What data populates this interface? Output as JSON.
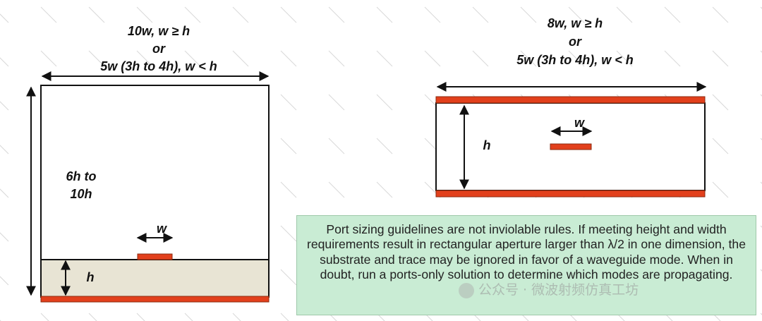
{
  "left_diagram": {
    "top_label_line1": "10w, w ≥ h",
    "top_label_line2": "or",
    "top_label_line3": "5w (3h to 4h), w < h",
    "height_label_line1": "6h to",
    "height_label_line2": "10h",
    "trace_label": "w",
    "substrate_label": "h"
  },
  "right_diagram": {
    "top_label_line1": "8w, w ≥ h",
    "top_label_line2": "or",
    "top_label_line3": "5w (3h to 4h), w < h",
    "trace_label": "w",
    "height_label": "h"
  },
  "note": {
    "text": "Port sizing guidelines are not inviolable rules. If meeting height and width requirements result in rectangular aperture larger than λ/2 in one dimension, the substrate and trace may be ignored in favor of a waveguide mode. When in doubt, run a ports-only solution to determine which modes are propagating."
  },
  "watermark": {
    "text": "公众号 · 微波射频仿真工坊"
  },
  "colors": {
    "metal": "#e2401c",
    "metal_border": "#8a2a10",
    "substrate": "#e8e4d4",
    "note_bg": "#c9ecd4",
    "background_hatch": "#d8d8d8"
  }
}
